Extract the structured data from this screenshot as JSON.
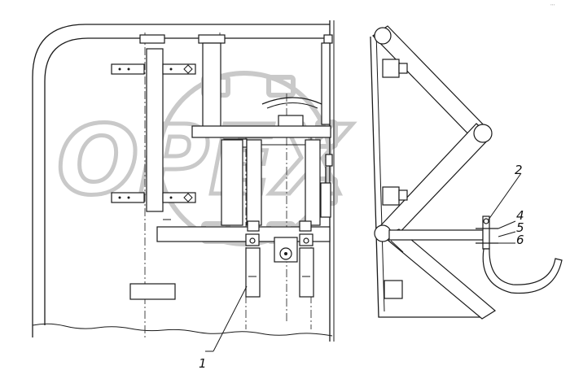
{
  "watermark": {
    "text": "OPEX"
  },
  "corner_mark": "⋅⋅⋅",
  "callouts": {
    "c1": "1",
    "c2": "2",
    "c4": "4",
    "c5": "5",
    "c6": "6"
  },
  "colors": {
    "line": "#1a1a1a",
    "watermark": "#c9c9c9"
  }
}
